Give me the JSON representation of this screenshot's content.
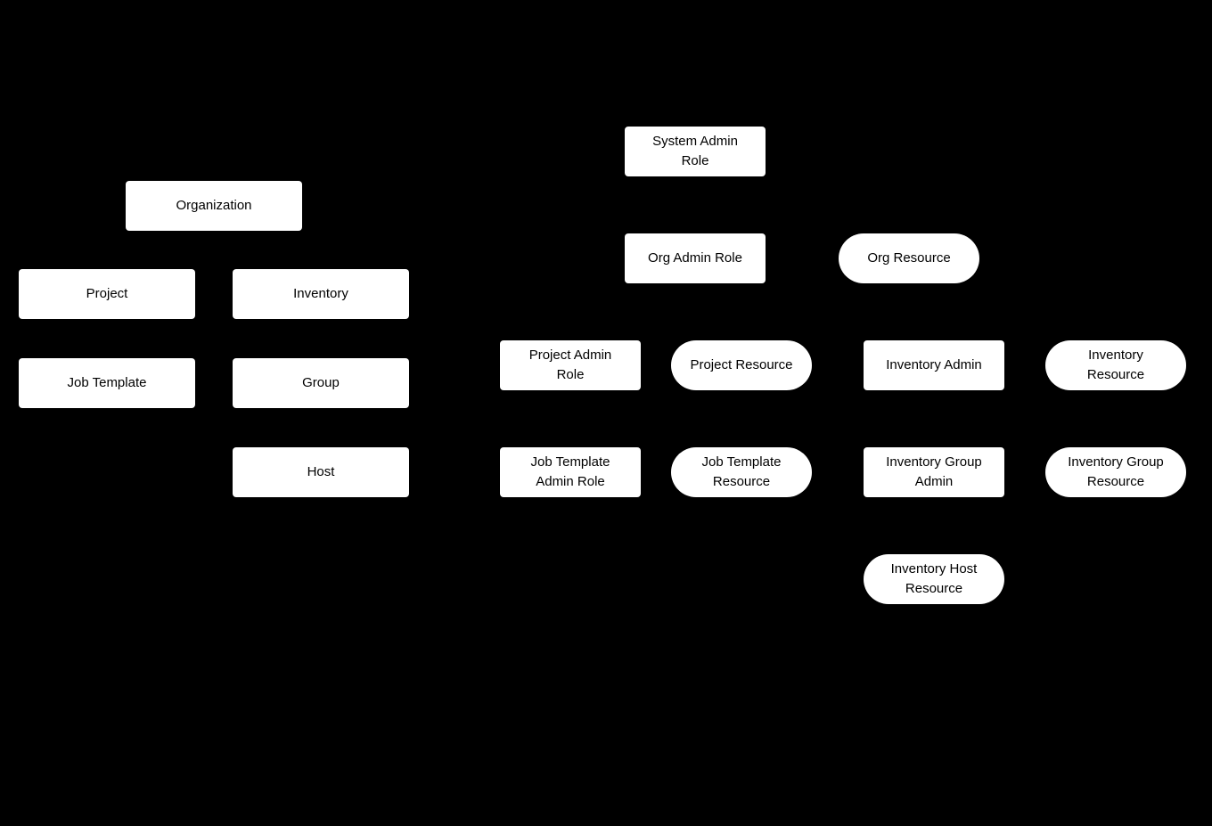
{
  "diagram": {
    "background_color": "#000000",
    "node_fill_color": "#ffffff",
    "node_text_color": "#000000",
    "nodes": [
      {
        "id": "organization",
        "label": "Organization",
        "shape": "rect"
      },
      {
        "id": "project",
        "label": "Project",
        "shape": "rect"
      },
      {
        "id": "inventory",
        "label": "Inventory",
        "shape": "rect"
      },
      {
        "id": "job-template",
        "label": "Job Template",
        "shape": "rect"
      },
      {
        "id": "group",
        "label": "Group",
        "shape": "rect"
      },
      {
        "id": "host",
        "label": "Host",
        "shape": "rect"
      },
      {
        "id": "system-admin-role",
        "label": "System Admin Role",
        "shape": "rect"
      },
      {
        "id": "org-admin-role",
        "label": "Org Admin Role",
        "shape": "rect"
      },
      {
        "id": "org-resource",
        "label": "Org Resource",
        "shape": "pill"
      },
      {
        "id": "project-admin-role",
        "label": "Project Admin Role",
        "shape": "rect"
      },
      {
        "id": "project-resource",
        "label": "Project Resource",
        "shape": "pill"
      },
      {
        "id": "inventory-admin",
        "label": "Inventory Admin",
        "shape": "rect"
      },
      {
        "id": "inventory-resource",
        "label": "Inventory Resource",
        "shape": "pill"
      },
      {
        "id": "job-template-admin-role",
        "label": "Job Template Admin Role",
        "shape": "rect"
      },
      {
        "id": "job-template-resource",
        "label": "Job Template Resource",
        "shape": "pill"
      },
      {
        "id": "inventory-group-admin",
        "label": "Inventory Group Admin",
        "shape": "rect"
      },
      {
        "id": "inventory-group-resource",
        "label": "Inventory Group Resource",
        "shape": "pill"
      },
      {
        "id": "inventory-host-resource",
        "label": "Inventory Host Resource",
        "shape": "pill"
      }
    ]
  }
}
